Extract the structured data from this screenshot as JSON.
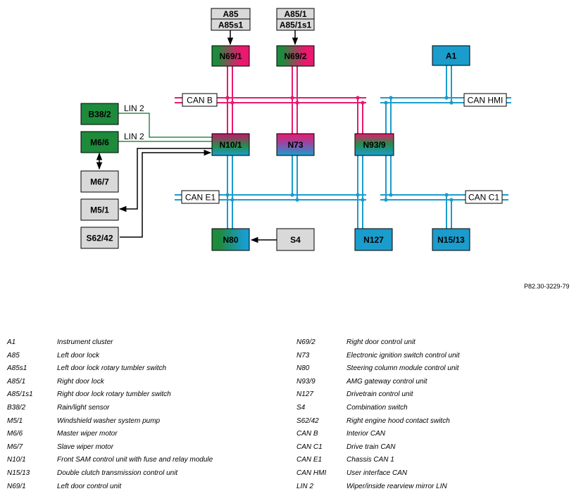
{
  "diagram": {
    "reference": "P82.30-3229-79",
    "colors": {
      "can_b": "#e8196e",
      "can_blue": "#1a9ccc",
      "lin": "#2e8b45",
      "green": "#1e8a3c",
      "magenta": "#e8196e",
      "blue": "#1a9ccc",
      "gray": "#d9d9d9"
    },
    "boxes": {
      "a85": "A85",
      "a85s1": "A85s1",
      "a85_1": "A85/1",
      "a85_1s1": "A85/1s1",
      "n69_1": "N69/1",
      "n69_2": "N69/2",
      "a1": "A1",
      "b38_2": "B38/2",
      "m6_6": "M6/6",
      "m6_7": "M6/7",
      "m5_1": "M5/1",
      "s62_42": "S62/42",
      "n10_1": "N10/1",
      "n73": "N73",
      "n93_9": "N93/9",
      "n80": "N80",
      "s4": "S4",
      "n127": "N127",
      "n15_13": "N15/13"
    },
    "buses": {
      "can_b": "CAN B",
      "can_hmi": "CAN HMI",
      "can_e1": "CAN E1",
      "can_c1": "CAN C1",
      "lin_1": "LIN 2",
      "lin_2": "LIN 2"
    }
  },
  "legend": {
    "left": [
      {
        "code": "A1",
        "desc": "Instrument cluster"
      },
      {
        "code": "A85",
        "desc": "Left door lock"
      },
      {
        "code": "A85s1",
        "desc": "Left door lock rotary tumbler switch"
      },
      {
        "code": "A85/1",
        "desc": "Right door lock"
      },
      {
        "code": "A85/1s1",
        "desc": "Right door lock rotary tumbler switch"
      },
      {
        "code": "B38/2",
        "desc": "Rain/light sensor"
      },
      {
        "code": "M5/1",
        "desc": "Windshield washer system pump"
      },
      {
        "code": "M6/6",
        "desc": "Master wiper motor"
      },
      {
        "code": "M6/7",
        "desc": "Slave wiper motor"
      },
      {
        "code": "N10/1",
        "desc": "Front SAM control unit with fuse and relay module"
      },
      {
        "code": "N15/13",
        "desc": "Double clutch transmission control unit"
      },
      {
        "code": "N69/1",
        "desc": "Left door control unit"
      }
    ],
    "right": [
      {
        "code": "N69/2",
        "desc": "Right door control unit"
      },
      {
        "code": "N73",
        "desc": "Electronic ignition switch control unit"
      },
      {
        "code": "N80",
        "desc": "Steering column module control unit"
      },
      {
        "code": "N93/9",
        "desc": "AMG gateway control unit"
      },
      {
        "code": "N127",
        "desc": "Drivetrain control unit"
      },
      {
        "code": "S4",
        "desc": "Combination switch"
      },
      {
        "code": "S62/42",
        "desc": "Right engine hood contact switch"
      },
      {
        "code": "CAN B",
        "desc": "Interior CAN"
      },
      {
        "code": "CAN C1",
        "desc": "Drive train CAN"
      },
      {
        "code": "CAN E1",
        "desc": "Chassis CAN 1"
      },
      {
        "code": "CAN HMI",
        "desc": "User interface CAN"
      },
      {
        "code": "LIN 2",
        "desc": "Wiper/inside rearview mirror LIN"
      }
    ]
  }
}
